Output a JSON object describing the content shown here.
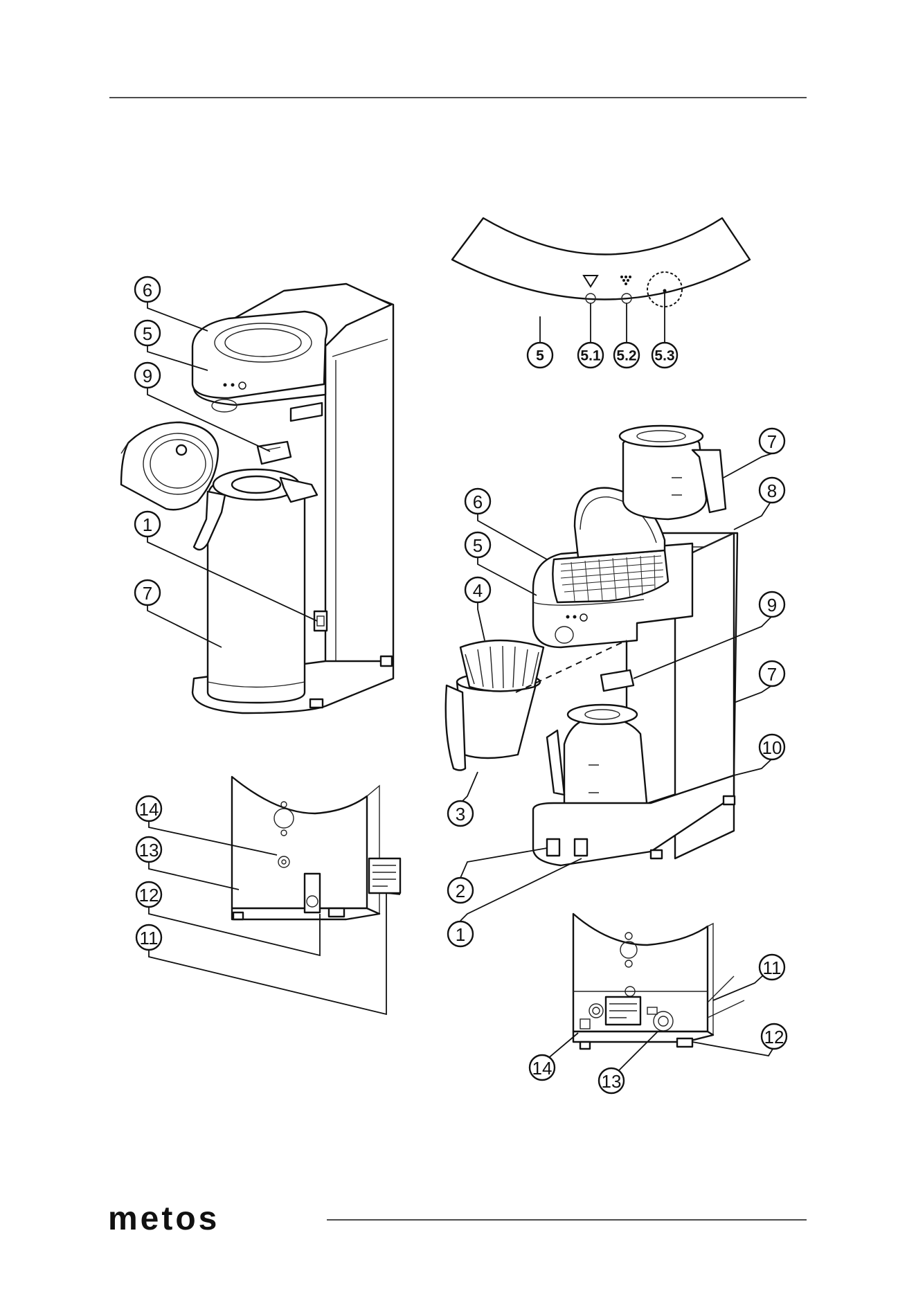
{
  "brand": {
    "logo_text": "metos"
  },
  "callouts": {
    "left_top": [
      "6",
      "5",
      "9",
      "1",
      "7"
    ],
    "left_bottom": [
      "14",
      "13",
      "12",
      "11"
    ],
    "panel": [
      "5",
      "5.1",
      "5.2",
      "5.3"
    ],
    "right_top": [
      "7",
      "8",
      "9",
      "7",
      "10"
    ],
    "right_left": [
      "6",
      "5",
      "4",
      "3",
      "2",
      "1"
    ],
    "right_bottom": [
      "11",
      "12",
      "14",
      "13"
    ]
  },
  "icons": {
    "panel_led_1": "triangle-down-icon",
    "panel_led_2": "dots-icon",
    "panel_button": "power-button-icon"
  }
}
